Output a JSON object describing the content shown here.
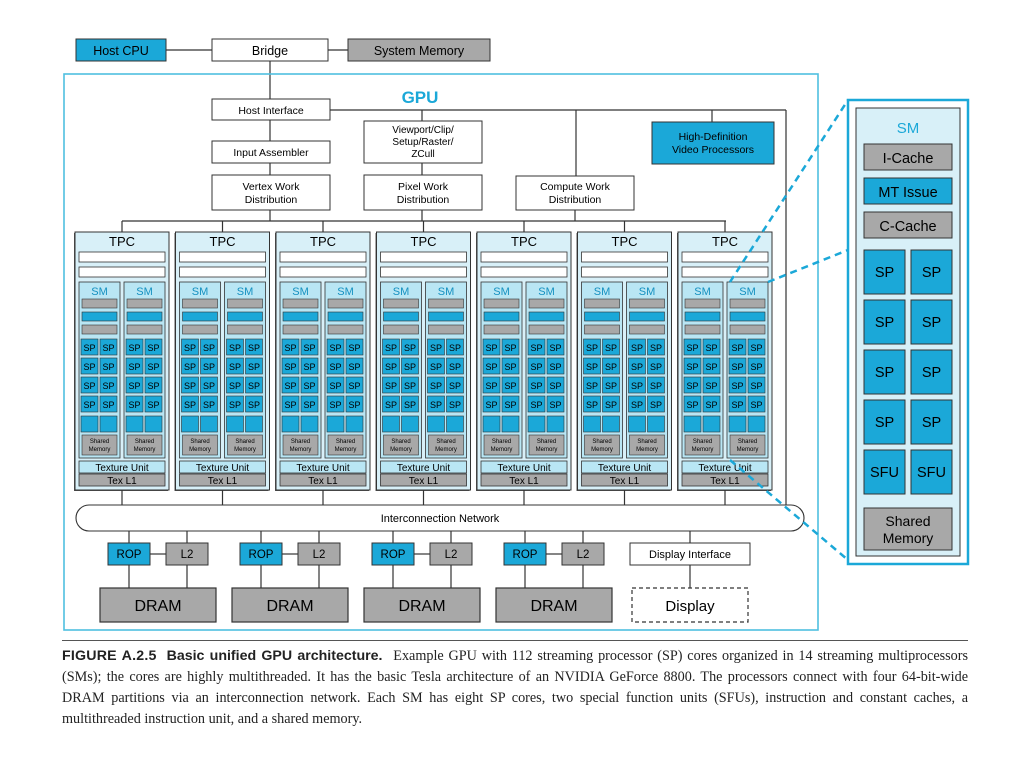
{
  "top_row": {
    "host_cpu": "Host CPU",
    "bridge": "Bridge",
    "system_memory": "System Memory"
  },
  "gpu": {
    "title": "GPU",
    "host_interface": "Host Interface",
    "input_assembler": "Input Assembler",
    "viewport_lines": [
      "Viewport/Clip/",
      "Setup/Raster/",
      "ZCull"
    ],
    "hd_video_lines": [
      "High-Definition",
      "Video Processors"
    ],
    "vertex_work_lines": [
      "Vertex Work",
      "Distribution"
    ],
    "pixel_work_lines": [
      "Pixel Work",
      "Distribution"
    ],
    "compute_work_lines": [
      "Compute Work",
      "Distribution"
    ],
    "tpc_count": 7,
    "tpc": {
      "label": "TPC",
      "sm_label": "SM",
      "sp_label": "SP",
      "shared_memory_lines": [
        "Shared",
        "Memory"
      ],
      "texture_unit": "Texture Unit",
      "tex_l1": "Tex L1"
    },
    "interconnect": "Interconnection Network",
    "rop_label": "ROP",
    "l2_label": "L2",
    "partition_count": 4,
    "display_interface": "Display Interface",
    "dram_label": "DRAM",
    "display": "Display"
  },
  "sm_detail": {
    "title": "SM",
    "icache": "I-Cache",
    "mt_issue": "MT Issue",
    "ccache": "C-Cache",
    "sp_label": "SP",
    "sfu_label": "SFU",
    "shared_memory_lines": [
      "Shared",
      "Memory"
    ]
  },
  "colors": {
    "cyan": "#1ba8d8",
    "light_cyan": "#b9e6f4",
    "panel_cyan": "#d8f0f8",
    "gray": "#a8a8a8",
    "gpu_border": "#4fbfe0"
  },
  "caption": {
    "figure_number": "FIGURE A.2.5",
    "figure_title": "Basic unified GPU architecture.",
    "text": "Example GPU with 112 streaming processor (SP) cores organized in 14 streaming multiprocessors (SMs); the cores are highly multithreaded. It has the basic Tesla architecture of an NVIDIA GeForce 8800. The processors connect with four 64-bit-wide DRAM partitions via an interconnection network. Each SM has eight SP cores, two special function units (SFUs), instruction and constant caches, a multithreaded instruction unit, and a shared memory."
  }
}
